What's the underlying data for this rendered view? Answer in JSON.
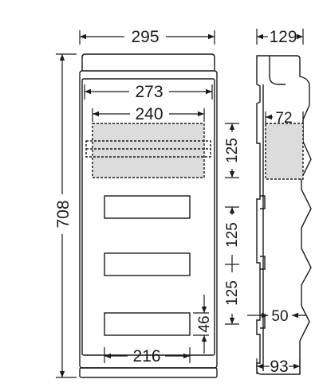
{
  "dimensions": {
    "overall_width": "295",
    "overall_height": "708",
    "inner_width": "273",
    "cutout_width": "240",
    "cutout_height": "125",
    "row_pitch_1": "125",
    "row_pitch_2": "125",
    "row_pitch_3": "125",
    "slot_width": "216",
    "slot_height": "46",
    "side_depth_top": "129",
    "side_depth_inner": "72",
    "side_offset": "50",
    "side_depth_bottom": "93"
  },
  "colors": {
    "line": "#1a1a1a",
    "cutout_fill": "#dcdcdc",
    "panel_fill": "#ffffff"
  }
}
